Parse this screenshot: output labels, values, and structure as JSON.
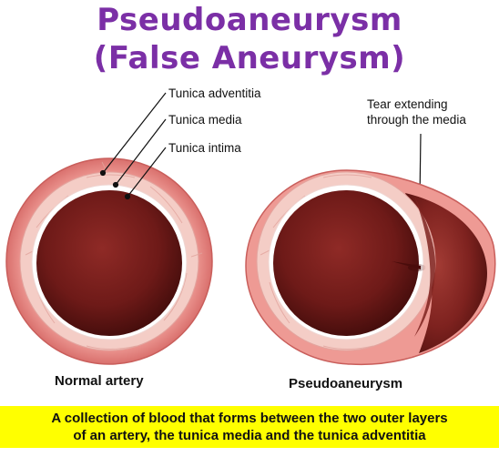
{
  "title": {
    "line1": "Pseudoaneurysm",
    "line2": "(False Aneurysm)"
  },
  "labels": {
    "adventitia": "Tunica adventitia",
    "media": "Tunica media",
    "intima": "Tunica intima",
    "tear_line1": "Tear extending",
    "tear_line2": "through the media"
  },
  "captions": {
    "normal": "Normal artery",
    "pseudo": "Pseudoaneurysm"
  },
  "banner": {
    "line1": "A collection of blood that forms between the two outer layers",
    "line2": "of an artery, the tunica media and the tunica adventitia"
  },
  "colors": {
    "title": "#7b2fa6",
    "banner": "#ffff00",
    "wall_outer": "#e98c89",
    "media": "#f3c9c3",
    "lumen": "#7a1e1c"
  }
}
